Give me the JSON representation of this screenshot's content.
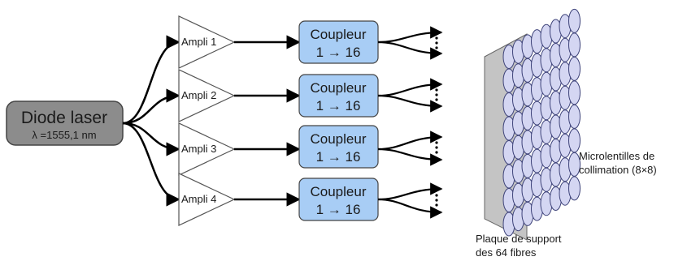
{
  "diode": {
    "title": "Diode laser",
    "subtitle": "λ =1555,1 nm",
    "fill": "#8c8c8c"
  },
  "amplifiers": [
    {
      "label": "Ampli 1"
    },
    {
      "label": "Ampli 2"
    },
    {
      "label": "Ampli 3"
    },
    {
      "label": "Ampli 4"
    }
  ],
  "couplers": [
    {
      "line1": "Coupleur",
      "line2": "1 → 16"
    },
    {
      "line1": "Coupleur",
      "line2": "1 → 16"
    },
    {
      "line1": "Coupleur",
      "line2": "1 → 16"
    },
    {
      "line1": "Coupleur",
      "line2": "1 → 16"
    }
  ],
  "coupler_fill": "#a8cdf5",
  "coupler_stroke": "#444444",
  "lens_fill": "#d4d6f2",
  "lens_stroke": "#3f447a",
  "plate_fill": "#c4c4c4",
  "lens_grid": {
    "rows": 8,
    "cols": 8
  },
  "labels": {
    "microlenses_line1": "Microlentilles de",
    "microlenses_line2": "collimation (8×8)",
    "plate_line1": "Plaque de support",
    "plate_line2": "des 64 fibres"
  }
}
